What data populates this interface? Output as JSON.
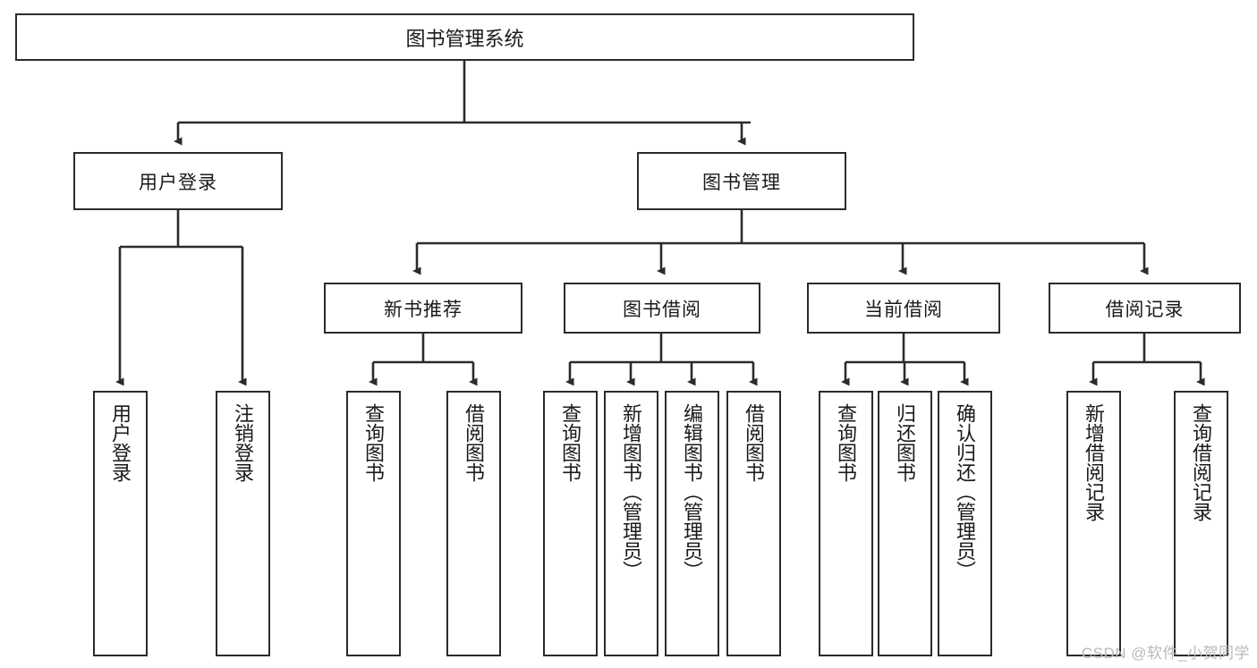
{
  "diagram": {
    "title": "图书管理系统",
    "type": "tree-hierarchy",
    "watermark": "CSDN @软件_小贺同学",
    "colors": {
      "stroke": "#2b2b2b",
      "fill": "#ffffff",
      "text": "#1a1a1a",
      "watermark": "#b9b9b9"
    },
    "root": {
      "label": "图书管理系统"
    },
    "level2": [
      {
        "label": "用户登录"
      },
      {
        "label": "图书管理"
      }
    ],
    "level3": [
      {
        "label": "新书推荐"
      },
      {
        "label": "图书借阅"
      },
      {
        "label": "当前借阅"
      },
      {
        "label": "借阅记录"
      }
    ],
    "leaves": {
      "user_login": [
        {
          "label": "用户登录"
        },
        {
          "label": "注销登录"
        }
      ],
      "new_book": [
        {
          "label": "查询图书"
        },
        {
          "label": "借阅图书"
        }
      ],
      "book_borrow": [
        {
          "label": "查询图书"
        },
        {
          "label": "新增图书（管理员）"
        },
        {
          "label": "编辑图书（管理员）"
        },
        {
          "label": "借阅图书"
        }
      ],
      "current_borrow": [
        {
          "label": "查询图书"
        },
        {
          "label": "归还图书"
        },
        {
          "label": "确认归还（管理员）"
        }
      ],
      "borrow_record": [
        {
          "label": "新增借阅记录"
        },
        {
          "label": "查询借阅记录"
        }
      ]
    }
  }
}
